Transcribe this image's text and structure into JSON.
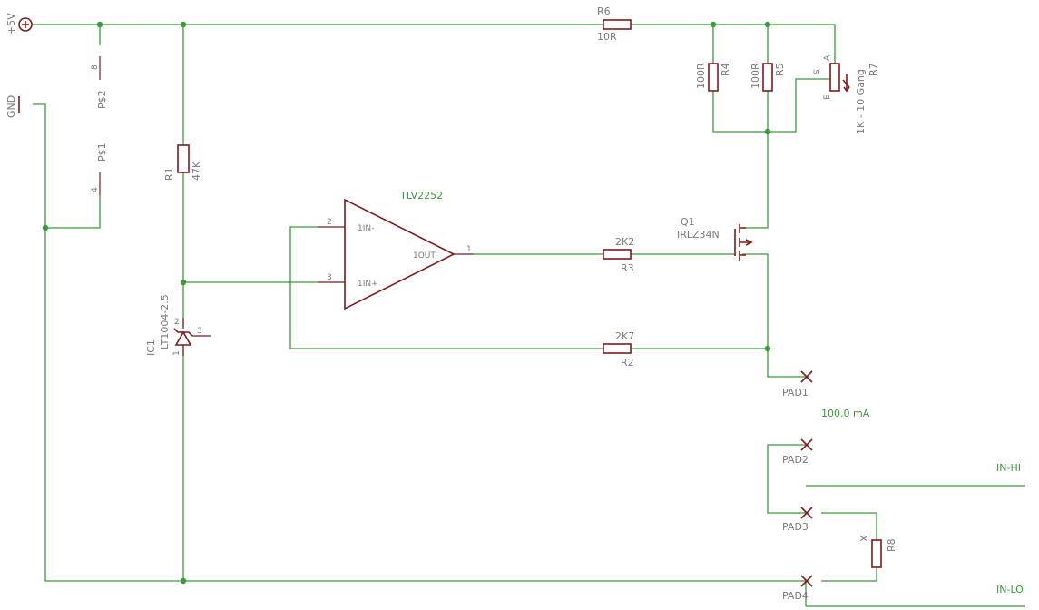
{
  "supply": {
    "vcc": "+5V",
    "gnd": "GND"
  },
  "connector": {
    "p2_name": "P$2",
    "p2_pin": "8",
    "p1_name": "P$1",
    "p1_pin": "4"
  },
  "r1": {
    "name": "R1",
    "value": "47K"
  },
  "r6": {
    "name": "R6",
    "value": "10R"
  },
  "r4": {
    "name": "R4",
    "value": "100R"
  },
  "r5": {
    "name": "R5",
    "value": "100R"
  },
  "r7": {
    "name": "R7",
    "value": "1K - 10 Gang",
    "pin_a": "A",
    "pin_e": "E",
    "pin_s": "S"
  },
  "opamp": {
    "name": "TLV2252",
    "pin_in_minus": "1IN-",
    "pin_in_plus": "1IN+",
    "pin_out": "1OUT",
    "num_minus": "2",
    "num_plus": "3",
    "num_out": "1"
  },
  "ic1": {
    "name": "IC1",
    "value": "LT1004-2.5",
    "pin2": "2",
    "pin3": "3",
    "pin1": "1"
  },
  "q1": {
    "name": "Q1",
    "value": "IRLZ34N"
  },
  "r3": {
    "name": "R3",
    "value": "2K2"
  },
  "r2": {
    "name": "R2",
    "value": "2K7"
  },
  "r8": {
    "name": "R8",
    "value": "X"
  },
  "pads": {
    "pad1": "PAD1",
    "pad2": "PAD2",
    "pad3": "PAD3",
    "pad4": "PAD4"
  },
  "current_label": "100.0 mA",
  "inputs": {
    "hi": "IN-HI",
    "lo": "IN-LO"
  }
}
